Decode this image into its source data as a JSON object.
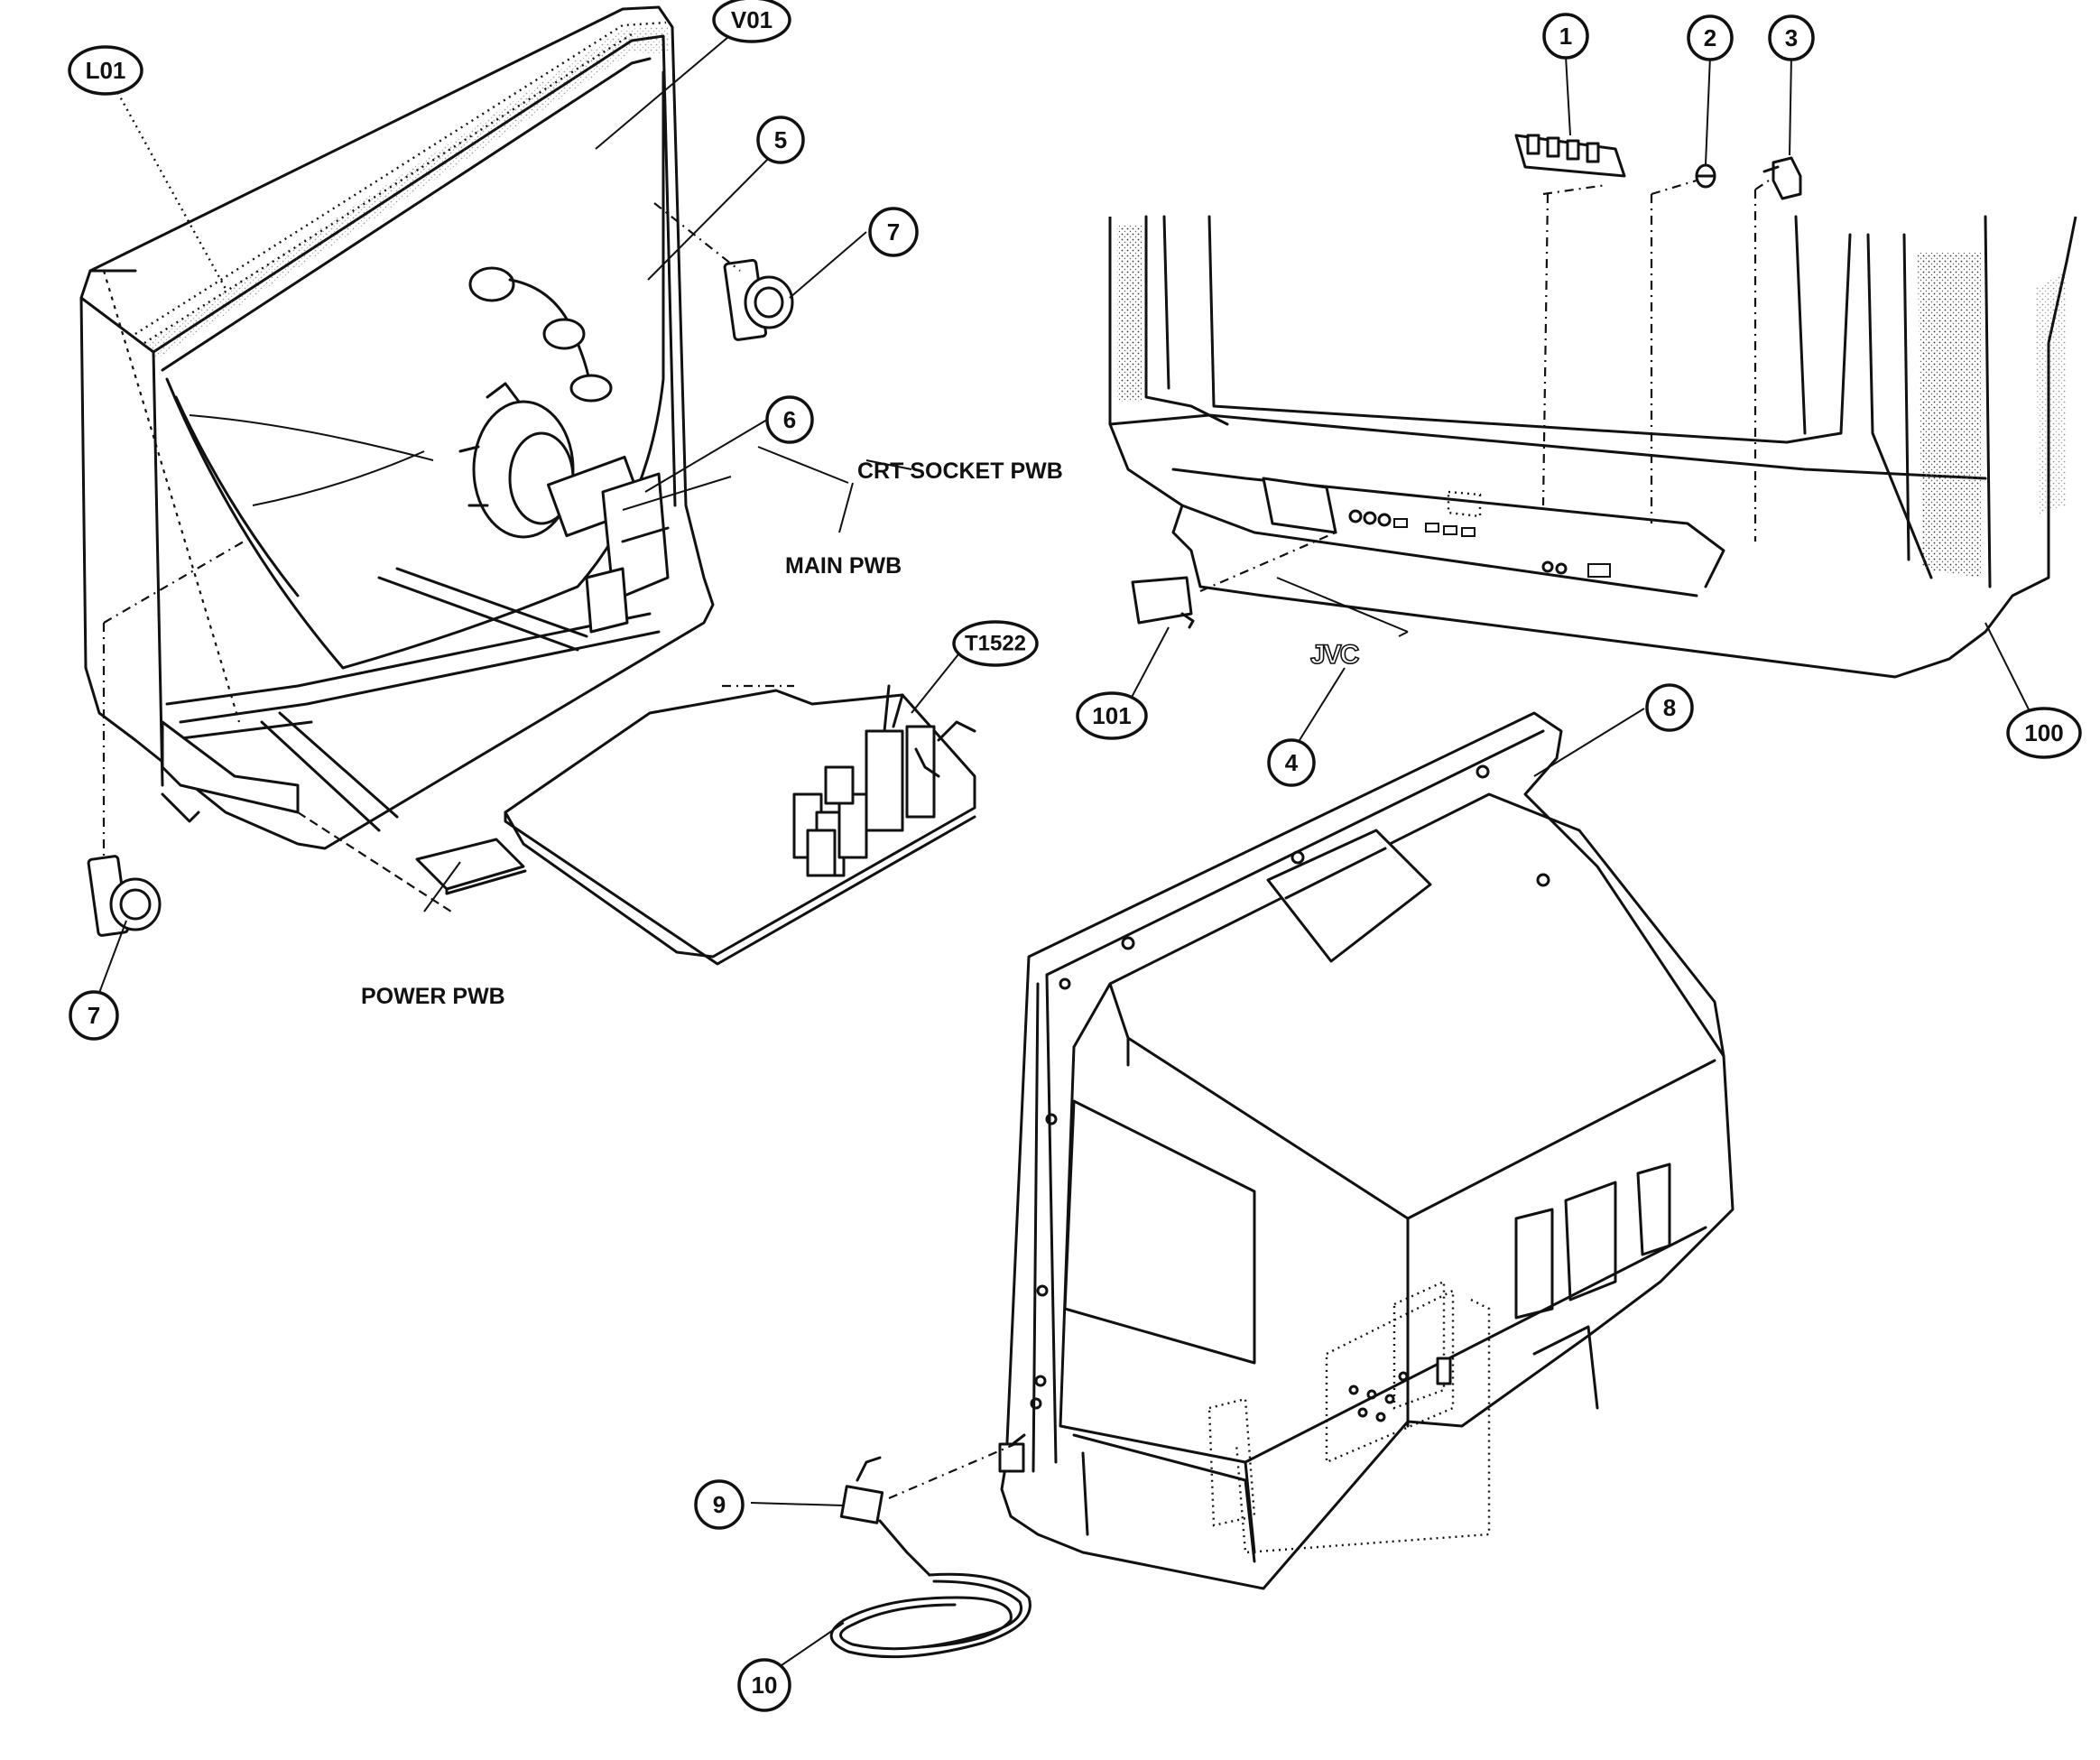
{
  "callouts": {
    "L01": "L01",
    "V01": "V01",
    "c1": "1",
    "c2": "2",
    "c3": "3",
    "c4": "4",
    "c5": "5",
    "c6": "6",
    "c7a": "7",
    "c7b": "7",
    "c8": "8",
    "c9": "9",
    "c10": "10",
    "T1522": "T1522",
    "c100": "100",
    "c101": "101"
  },
  "labels": {
    "crt_socket_pwb": "CRT SOCKET PWB",
    "main_pwb": "MAIN PWB",
    "power_pwb": "POWER PWB"
  },
  "logo": {
    "brand": "JVC"
  }
}
